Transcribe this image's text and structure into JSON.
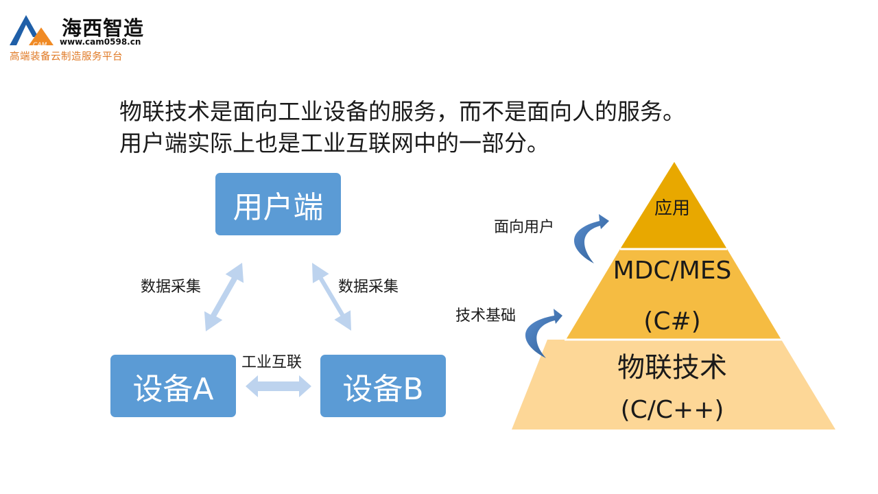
{
  "logo": {
    "title": "海西智造",
    "url": "www.cam0598.cn",
    "slogan": "高端装备云制造服务平台",
    "mark_text": "CAM"
  },
  "headline": {
    "line1": "物联技术是面向工业设备的服务，而不是面向人的服务。",
    "line2": "用户端实际上也是工业互联网中的一部分。"
  },
  "left_diagram": {
    "user_box": "用户端",
    "device_a": "设备A",
    "device_b": "设备B",
    "collect_left": "数据采集",
    "collect_right": "数据采集",
    "industrial_link": "工业互联"
  },
  "pyramid": {
    "app": "应用",
    "mdc": "MDC/MES",
    "cs": "(C#)",
    "iot": "物联技术",
    "cpp": "(C/C++)",
    "facing_users": "面向用户",
    "tech_foundation": "技术基础"
  },
  "colors": {
    "box_blue": "#5b9bd5",
    "arrow_light_blue": "#bdd3ee",
    "pyramid_top": "#e8a800",
    "pyramid_mid": "#f5bc42",
    "pyramid_bottom": "#fdd797",
    "logo_orange": "#e07a26"
  }
}
